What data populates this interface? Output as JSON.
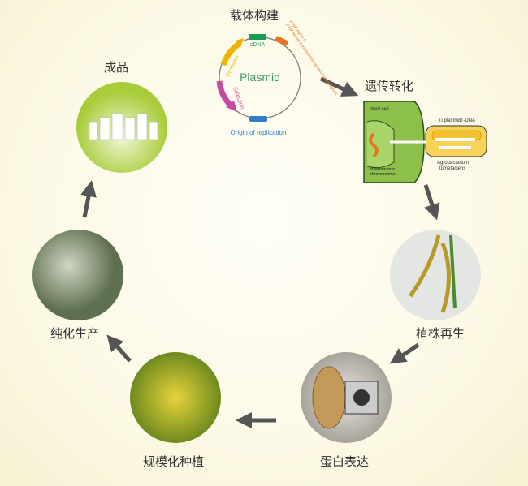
{
  "steps": {
    "vector": "载体构建",
    "transform": "遗传转化",
    "regen": "植株再生",
    "protein": "蛋白表达",
    "scale": "规模化种植",
    "purify": "纯化生产",
    "product": "成品"
  },
  "plasmid": {
    "title": "Plasmid",
    "cdna": "cDNA",
    "polya": "polyA signal & transcriptional termination signals",
    "promoter": "Promoter",
    "selection": "Selection",
    "origin": "Origin of replication"
  },
  "transformation": {
    "plant_cell": "plant cell",
    "ti": "Ti plasmid",
    "tdna": "T-DNA",
    "insertion1": "insertion into",
    "insertion2": "chromosome",
    "agro1": "Agrobacterium",
    "agro2": "tumefaciens"
  }
}
